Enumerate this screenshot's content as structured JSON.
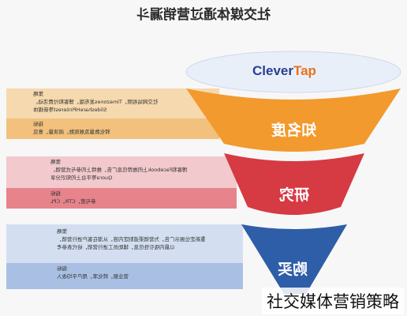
{
  "title": "社交媒体通过营销漏斗",
  "logo": {
    "part1": "Clever",
    "part2": "Tap"
  },
  "stages": [
    {
      "label": "知名度",
      "color": "#f29a2e",
      "band_strategy_color": "#f6d9ae",
      "band_metric_color": "#f2c17e",
      "strategy_heading": "策略",
      "strategy_lines": [
        "社交网站视频，Timezones发布版，博客和付费活动。",
        "SlideshareHPinterest等新媒体"
      ],
      "metric_heading": "指标",
      "metric_lines": [
        "转化数量及展现数，阅读量，意见"
      ]
    },
    {
      "label": "研究",
      "color": "#d63a43",
      "band_strategy_color": "#f2c9cd",
      "band_metric_color": "#e6838b",
      "strategy_heading": "策略",
      "strategy_lines": [
        "博客和Facebook上的推荐信息广告，推特上的参与式营销。",
        "Quora等平台上的知识分享"
      ],
      "metric_heading": "指标",
      "metric_lines": [
        "参与度，CTR，CPL"
      ]
    },
    {
      "label": "购买",
      "color": "#2f5ea8",
      "band_strategy_color": "#d3dff1",
      "band_metric_color": "#a9c0e4",
      "strategy_heading": "策略",
      "strategy_lines": [
        "重新定位展示广告，为营销渠道制定内容，从潜在客户进行营销，",
        "以最内吸引性信息，辅助员工进行营销，给代表参考"
      ],
      "metric_heading": "指标",
      "metric_lines": [
        "营业额，转化率，用户平均收入"
      ]
    }
  ],
  "watermark": "社交媒体营销策略"
}
